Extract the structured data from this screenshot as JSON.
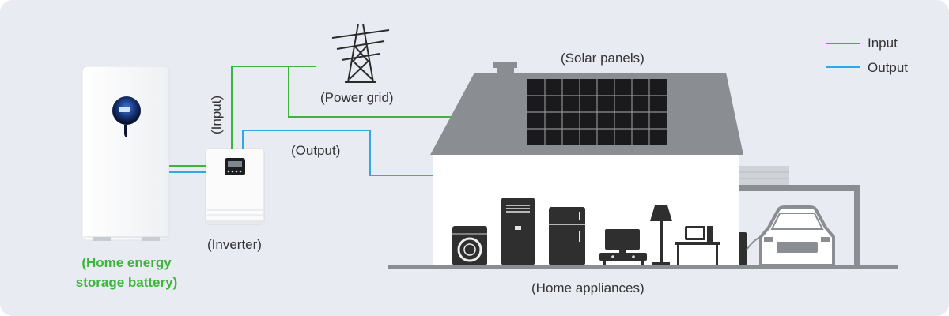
{
  "labels": {
    "battery_line1": "(Home energy",
    "battery_line2": "storage battery)",
    "inverter": "(Inverter)",
    "input_vertical": "(Input)",
    "output": "(Output)",
    "power_grid": "(Power grid)",
    "solar_panels": "(Solar panels)",
    "home_appliances": "(Home appliances)"
  },
  "legend": {
    "input": "Input",
    "output": "Output"
  },
  "colors": {
    "background": "#e8ebf2",
    "input_line": "#3db43a",
    "output_line": "#2fa8e8",
    "battery_label": "#3db43a",
    "house": "#8a8d92",
    "appliance": "#2f2f2f"
  }
}
